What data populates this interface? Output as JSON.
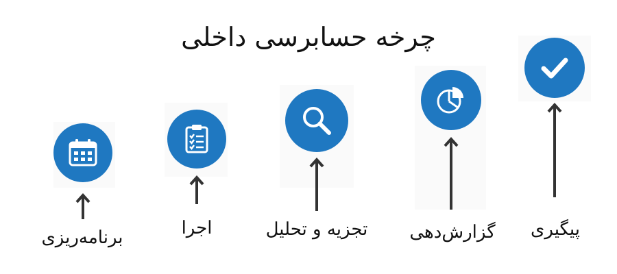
{
  "title": "چرخه حسابرسی داخلی",
  "colors": {
    "accent": "#1f78c1",
    "arrow": "#333333"
  },
  "steps": [
    {
      "label": "برنامه‌ریزی",
      "icon": "calendar-icon"
    },
    {
      "label": "اجرا",
      "icon": "clipboard-checklist-icon"
    },
    {
      "label": "تجزیه و تحلیل",
      "icon": "magnifier-icon"
    },
    {
      "label": "گزارش‌دهی",
      "icon": "pie-chart-icon"
    },
    {
      "label": "پیگیری",
      "icon": "checkmark-icon"
    }
  ]
}
